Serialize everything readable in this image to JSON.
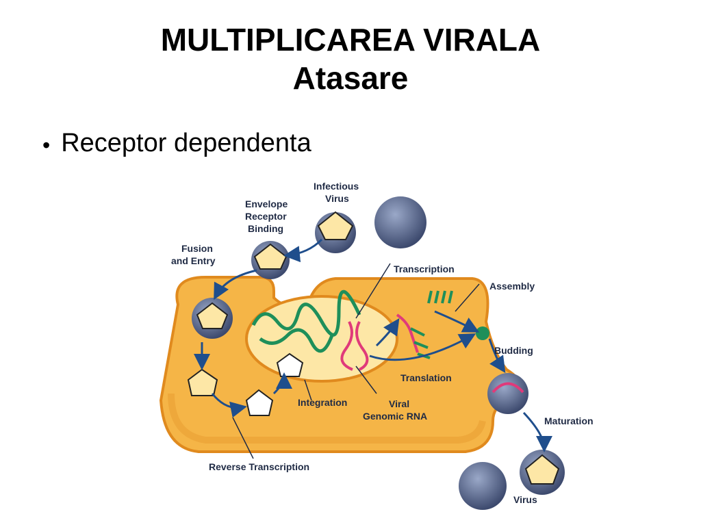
{
  "slide": {
    "title_line1": "MULTIPLICAREA VIRALA",
    "title_line2": "Atasare",
    "bullet": "Receptor dependenta"
  },
  "diagram": {
    "labels": {
      "infectious_virus_1": "Infectious",
      "infectious_virus_2": "Virus",
      "envelope_1": "Envelope",
      "envelope_2": "Receptor",
      "envelope_3": "Binding",
      "fusion_1": "Fusion",
      "fusion_2": "and Entry",
      "transcription": "Transcription",
      "assembly": "Assembly",
      "budding": "Budding",
      "translation": "Translation",
      "integration": "Integration",
      "viral_rna_1": "Viral",
      "viral_rna_2": "Genomic RNA",
      "maturation": "Maturation",
      "reverse_transcription": "Reverse Transcription",
      "virus": "Virus"
    },
    "colors": {
      "cell_fill": "#f5b547",
      "cell_edge": "#e08a1e",
      "nucleus_fill": "#fde7a6",
      "virus_body": "#6b7a9e",
      "virus_dots": "#b9c4dd",
      "dna_green": "#1e8f5a",
      "rna_pink": "#e03a7a",
      "arrow": "#1f4e8c"
    }
  }
}
